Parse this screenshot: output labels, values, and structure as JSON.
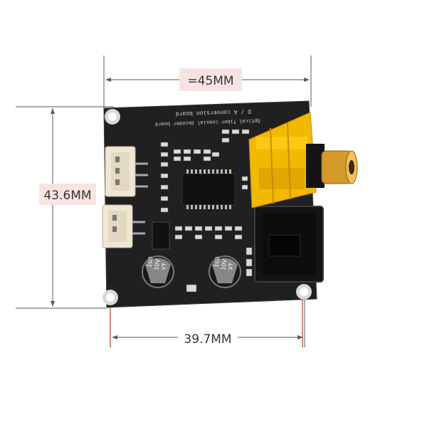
{
  "dimensions": {
    "width_label": "=45MM",
    "height_label": "43.6MM",
    "hole_spacing_label": "39.7MM"
  },
  "board": {
    "silkscreen_line1": "D / A  conversion board",
    "silkscreen_line2": "Optical fiber coaxial decoder board"
  },
  "capacitors": [
    {
      "line1": "100",
      "line2": "10V",
      "line3": "VT"
    },
    {
      "line1": "100",
      "line2": "10V",
      "line3": "VT"
    }
  ],
  "colors": {
    "pcb": "#1f1f1f",
    "rca_body": "#f3b800",
    "rca_tip": "#d49a2a",
    "connector": "#efe6d4",
    "label_bg": "#f7e4e0",
    "dimension_line": "#5a5a5a",
    "marker_line": "#b04030"
  }
}
